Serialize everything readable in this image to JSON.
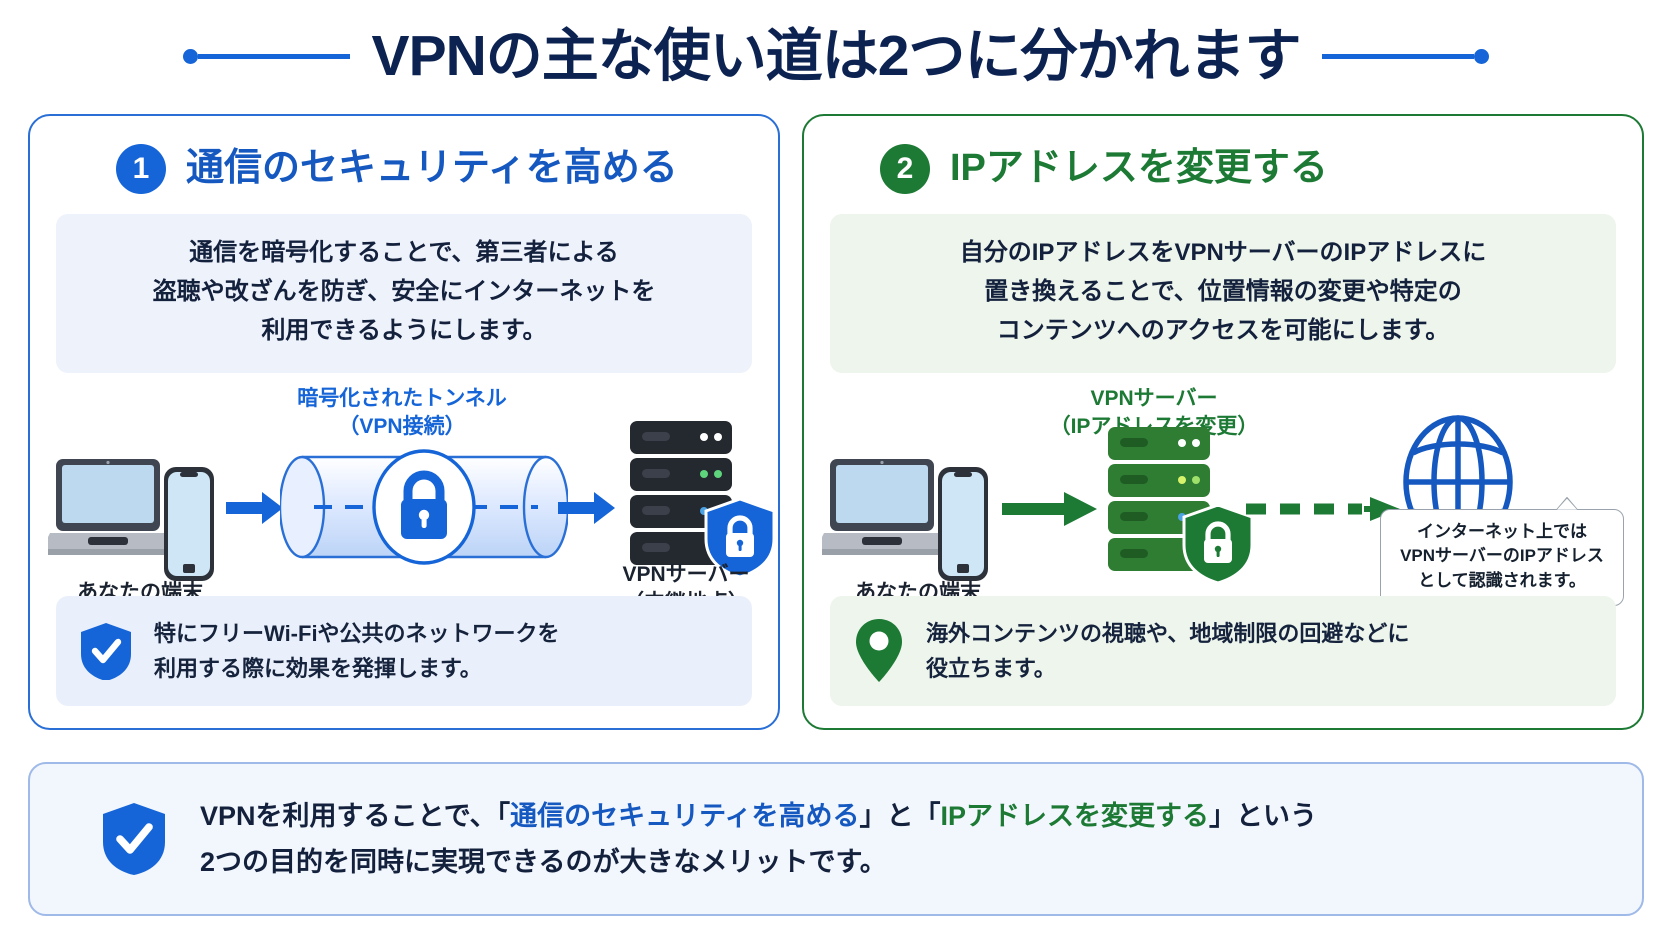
{
  "title": "VPNの主な使い道は2つに分かれます",
  "colors": {
    "brand_blue": "#1565d8",
    "brand_green": "#1d7a35",
    "title_navy": "#0c2352"
  },
  "panels": [
    {
      "number": "1",
      "heading": "通信のセキュリティを高める",
      "description": [
        "通信を暗号化することで、第三者による",
        "盗聴や改ざんを防ぎ、安全にインターネットを",
        "利用できるようにします。"
      ],
      "diagram": {
        "tunnel_label_line1": "暗号化されたトンネル",
        "tunnel_label_line2": "（VPN接続）",
        "device_label": "あなたの端末",
        "server_label_line1": "VPNサーバー",
        "server_label_line2": "（中継地点）",
        "icons": [
          "laptop-icon",
          "smartphone-icon",
          "arrow-right-icon",
          "tunnel-icon",
          "lock-icon",
          "server-rack-icon",
          "shield-lock-icon"
        ]
      },
      "note": {
        "icon": "shield-check-icon",
        "lines": [
          "特にフリーWi-Fiや公共のネットワークを",
          "利用する際に効果を発揮します。"
        ]
      }
    },
    {
      "number": "2",
      "heading": "IPアドレスを変更する",
      "description": [
        "自分のIPアドレスをVPNサーバーのIPアドレスに",
        "置き換えることで、位置情報の変更や特定の",
        "コンテンツへのアクセスを可能にします。"
      ],
      "diagram": {
        "server_label_line1": "VPNサーバー",
        "server_label_line2": "（IPアドレスを変更）",
        "device_label": "あなたの端末",
        "balloon": [
          "インターネット上では",
          "VPNサーバーのIPアドレス",
          "として認識されます。"
        ],
        "icons": [
          "laptop-icon",
          "smartphone-icon",
          "arrow-right-icon",
          "server-rack-icon",
          "shield-lock-icon",
          "dashed-arrow-icon",
          "globe-icon"
        ]
      },
      "note": {
        "icon": "location-pin-icon",
        "lines": [
          "海外コンテンツの視聴や、地域制限の回避などに",
          "役立ちます。"
        ]
      }
    }
  ],
  "summary": {
    "icon": "shield-check-icon",
    "line1_part1": "VPNを利用することで、「",
    "line1_highlight1": "通信のセキュリティを高める",
    "line1_part2": "」と「",
    "line1_highlight2": "IPアドレスを変更する",
    "line1_part3": "」という",
    "line2": "2つの目的を同時に実現できるのが大きなメリットです。"
  }
}
